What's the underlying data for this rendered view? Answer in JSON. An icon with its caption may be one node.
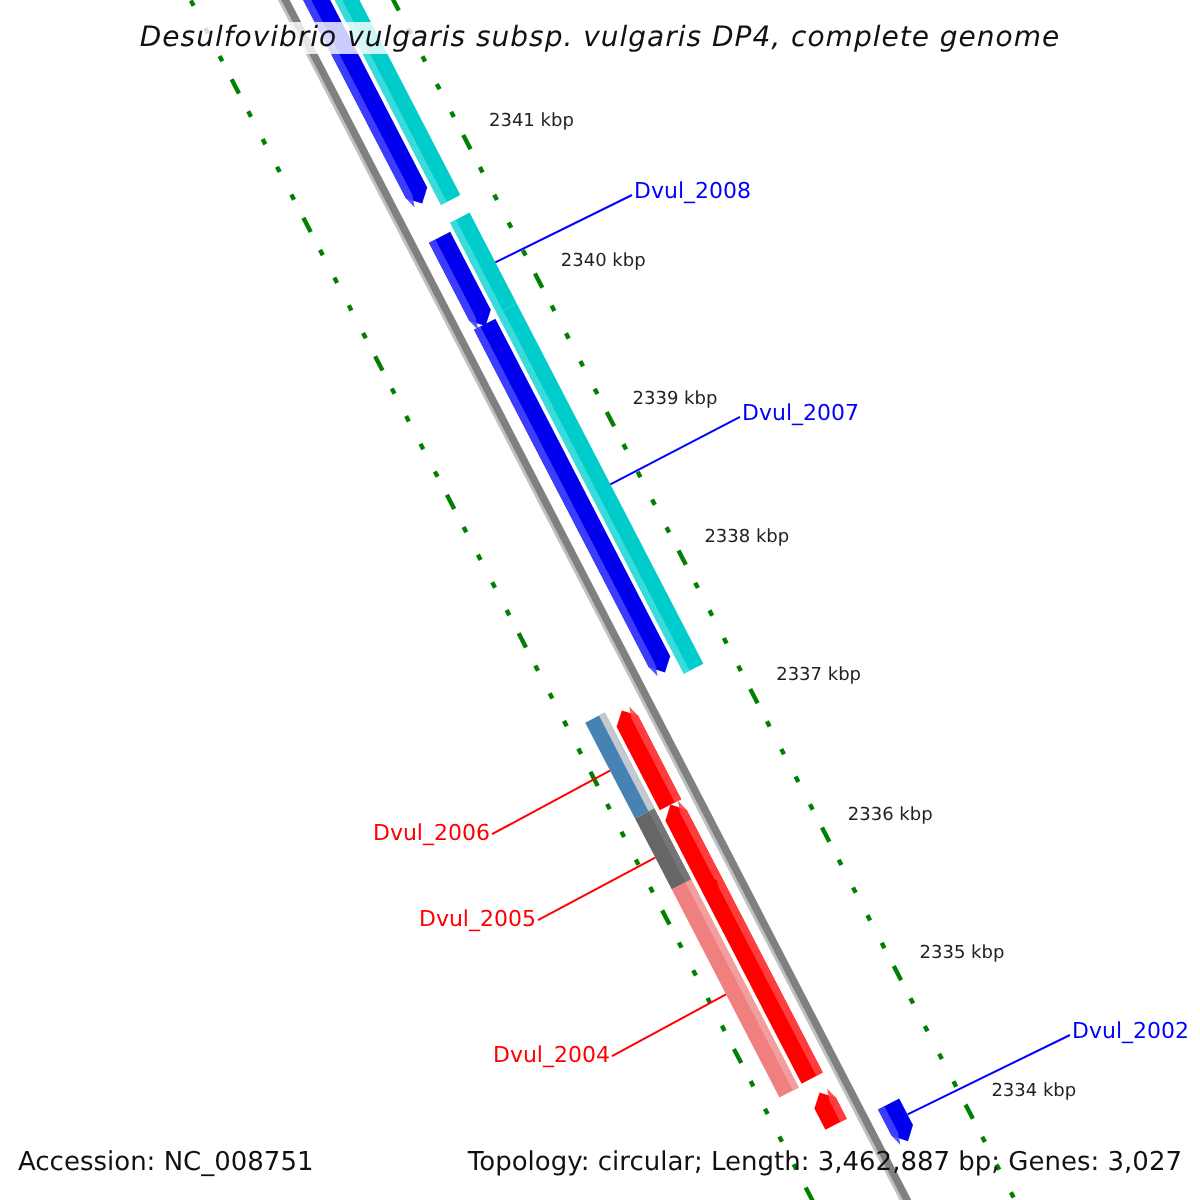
{
  "diagram": {
    "title": "Desulfovibrio vulgaris subsp. vulgaris DP4, complete genome",
    "nodes": [
      {
        "text": [
          "Dvul_2008"
        ]
      },
      {
        "text": [
          "Dvul_2007"
        ]
      },
      {
        "text": [
          "Dvul_2006"
        ]
      },
      {
        "text": [
          "Dvul_2005"
        ]
      },
      {
        "text": [
          "Dvul_2004"
        ]
      },
      {
        "text": [
          "Dvul_2002"
        ]
      },
      {
        "text": [],
        "shape": "bar"
      },
      {
        "text": [],
        "shape": "bar"
      },
      {
        "text": [],
        "shape": "bar"
      },
      {
        "text": [],
        "shape": "bar"
      },
      {
        "text": [],
        "shape": "bar"
      },
      {
        "text": [],
        "shape": "bar"
      }
    ],
    "edges": [
      {
        "from": 0,
        "to": 6,
        "arrow": "none"
      },
      {
        "from": 1,
        "to": 7,
        "arrow": "none"
      },
      {
        "from": 2,
        "to": 8,
        "arrow": "none",
        "color": "#ff0000"
      },
      {
        "from": 3,
        "to": 9,
        "arrow": "none",
        "color": "#ff0000"
      },
      {
        "from": 4,
        "to": 10,
        "arrow": "none",
        "color": "#ff0000"
      },
      {
        "from": 5,
        "to": 11,
        "arrow": "none"
      }
    ],
    "labels": [
      "2341 kbp",
      "2340 kbp",
      "2339 kbp",
      "2338 kbp",
      "2337 kbp",
      "2336 kbp",
      "2335 kbp",
      "2334 kbp",
      "Accession: NC_008751",
      "Topology: circular; Length: 3,462,887 bp; Genes: 3,027"
    ]
  }
}
